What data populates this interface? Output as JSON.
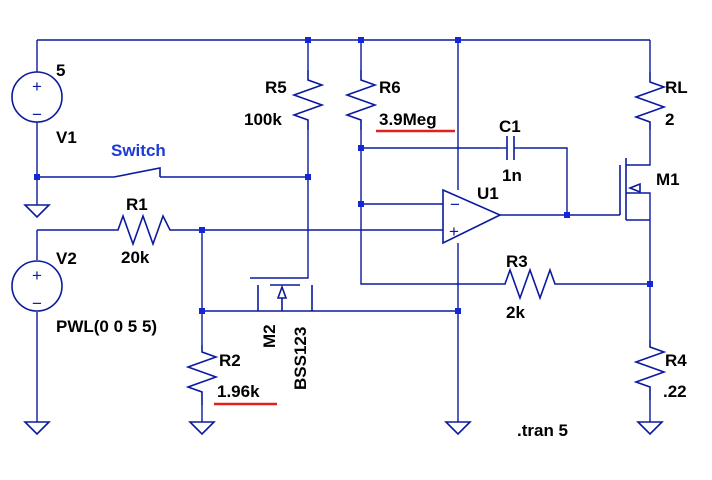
{
  "colors": {
    "wire": "#0b1a9e",
    "node": "#1228d6",
    "text": "#000000",
    "switch_label": "#1a3bd6",
    "highlight": "#e0201f",
    "background": "#ffffff"
  },
  "sources": {
    "v1": {
      "name": "V1",
      "value": "5"
    },
    "v2": {
      "name": "V2",
      "value": "PWL(0 0 5 5)"
    }
  },
  "resistors": {
    "r1": {
      "name": "R1",
      "value": "20k"
    },
    "r2": {
      "name": "R2",
      "value": "1.96k"
    },
    "r3": {
      "name": "R3",
      "value": "2k"
    },
    "r4": {
      "name": "R4",
      "value": ".22"
    },
    "r5": {
      "name": "R5",
      "value": "100k"
    },
    "r6": {
      "name": "R6",
      "value": "3.9Meg"
    },
    "rl": {
      "name": "RL",
      "value": "2"
    }
  },
  "capacitor": {
    "name": "C1",
    "value": "1n"
  },
  "opamp": {
    "name": "U1",
    "minus": "−",
    "plus": "+"
  },
  "mosfets": {
    "m1": {
      "name": "M1"
    },
    "m2": {
      "name": "M2",
      "model": "BSS123"
    }
  },
  "switch": {
    "label": "Switch"
  },
  "directive": ".tran 5",
  "plus_sign": "+",
  "minus_sign": "−"
}
